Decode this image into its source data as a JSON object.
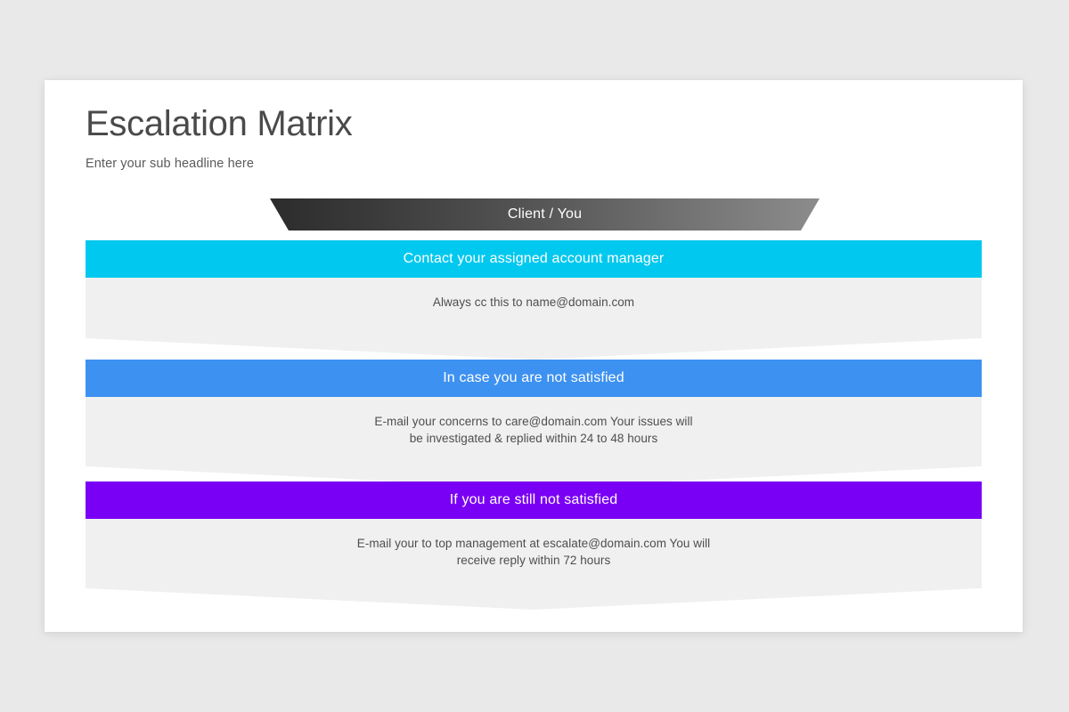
{
  "slide": {
    "background_color": "#e9e9e9",
    "card_color": "#ffffff"
  },
  "header": {
    "title": "Escalation Matrix",
    "subtitle": "Enter your sub headline here"
  },
  "top_banner": {
    "label": "Client / You",
    "gradient_from": "#2c2c2c",
    "gradient_to": "#8c8c8c"
  },
  "steps": [
    {
      "header_label": "Contact your assigned account manager",
      "header_color": "#00c8ef",
      "body_text": "Always cc this to name@domain.com",
      "body_color": "#f0f0f0"
    },
    {
      "header_label": "In case you are not satisfied",
      "header_color": "#3d91f0",
      "body_text": "E-mail your concerns to care@domain.com Your issues will\nbe investigated & replied within 24 to 48 hours",
      "body_color": "#f0f0f0"
    },
    {
      "header_label": "If you are still not satisfied",
      "header_color": "#7a00f5",
      "body_text": "E-mail your to top management at escalate@domain.com You will\nreceive reply within 72 hours",
      "body_color": "#f0f0f0"
    }
  ]
}
